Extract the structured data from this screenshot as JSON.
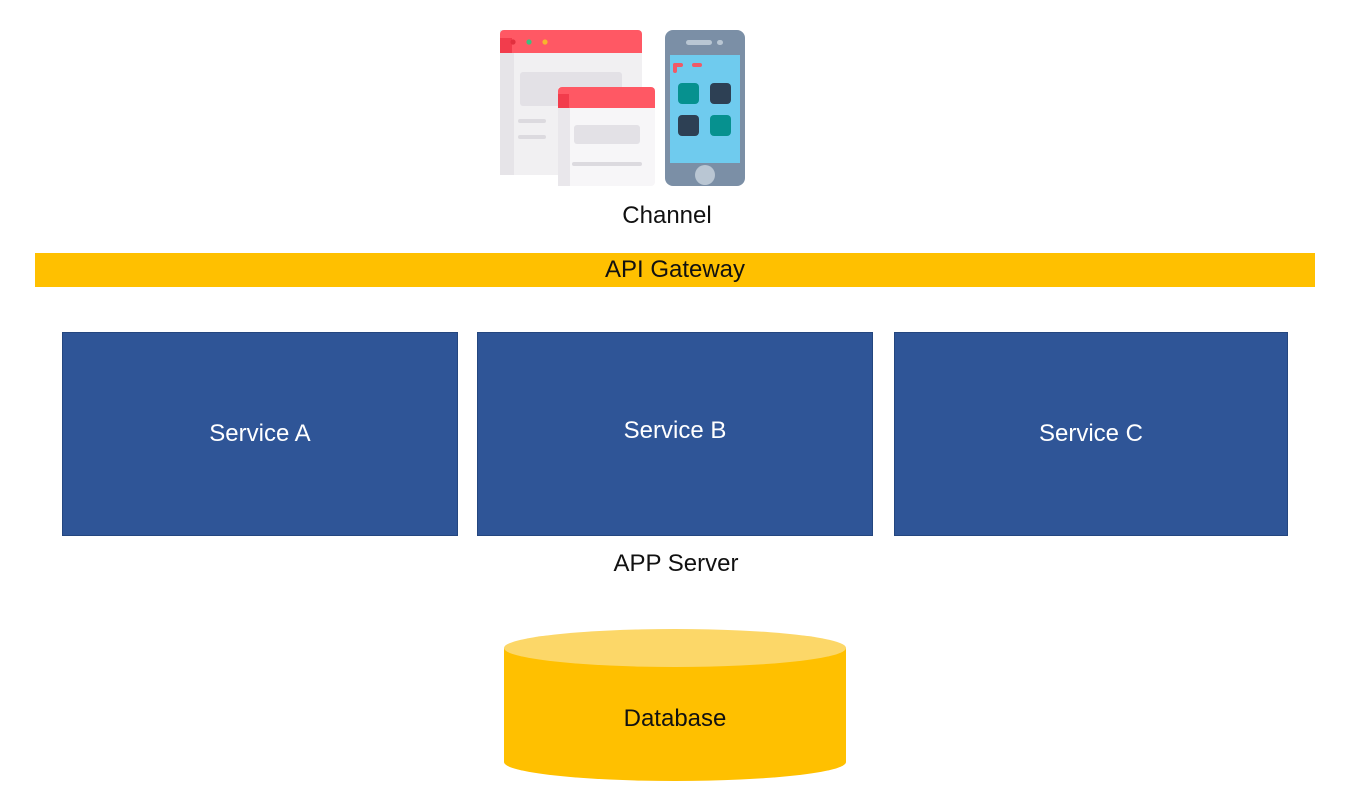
{
  "diagram": {
    "channel": {
      "label": "Channel",
      "icons": [
        "browser-window-icon",
        "mobile-phone-icon"
      ]
    },
    "gateway": {
      "label": "API Gateway",
      "color": "#FFC000"
    },
    "app_server": {
      "label": "APP Server",
      "services": [
        {
          "label": "Service A"
        },
        {
          "label": "Service B"
        },
        {
          "label": "Service C"
        }
      ],
      "service_color": "#2F5597"
    },
    "database": {
      "label": "Database",
      "color": "#FFC000",
      "top_color": "#FCD768"
    }
  }
}
